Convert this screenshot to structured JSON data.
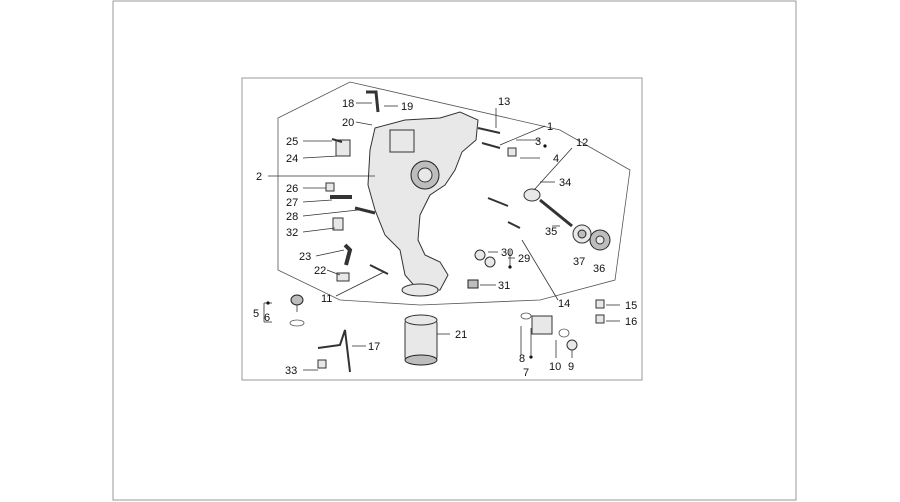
{
  "callouts": {
    "c1": "1",
    "c2": "2",
    "c3": "3",
    "c4": "4",
    "c5": "5",
    "c6": "6",
    "c7": "7",
    "c8": "8",
    "c9": "9",
    "c10": "10",
    "c11": "11",
    "c12": "12",
    "c13": "13",
    "c14": "14",
    "c15": "15",
    "c16": "16",
    "c17": "17",
    "c18": "18",
    "c19": "19",
    "c20": "20",
    "c21": "21",
    "c22": "22",
    "c23": "23",
    "c24": "24",
    "c25": "25",
    "c26": "26",
    "c27": "27",
    "c28": "28",
    "c29": "29",
    "c30": "30",
    "c31": "31",
    "c32": "32",
    "c33": "33",
    "c34": "34",
    "c35": "35",
    "c36": "36",
    "c37": "37"
  },
  "colors": {
    "line": "#333333",
    "frame": "#999999",
    "part_fill": "#e8e8e8"
  }
}
